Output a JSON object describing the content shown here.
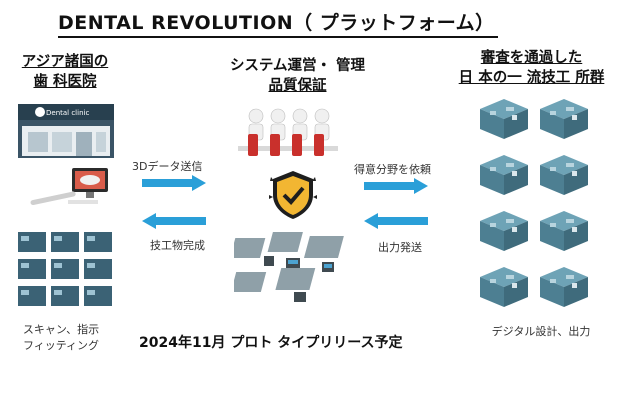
{
  "title": "DENTAL REVOLUTION（ プラットフォーム）",
  "left": {
    "heading_line1": "アジア諸国の",
    "heading_line2": "歯 科医院",
    "clinic_sign": "Dental clinic",
    "caption_line1": "スキャン、指示",
    "caption_line2": "フィッティング"
  },
  "center": {
    "heading_line1": "システム運営・ 管理",
    "heading_line2": "品質保証"
  },
  "right": {
    "heading_line1": "審査を通過した",
    "heading_line2": "日 本の一 流技工 所群",
    "caption": "デジタル設計、出力"
  },
  "arrows": {
    "send_3d": "3Dデータ送信",
    "complete": "技工物完成",
    "request": "得意分野を依頼",
    "output": "出力発送"
  },
  "release": "2024年11月 プロト タイプリリース予定",
  "colors": {
    "arrow": "#2a9fd8",
    "text": "#111111"
  }
}
